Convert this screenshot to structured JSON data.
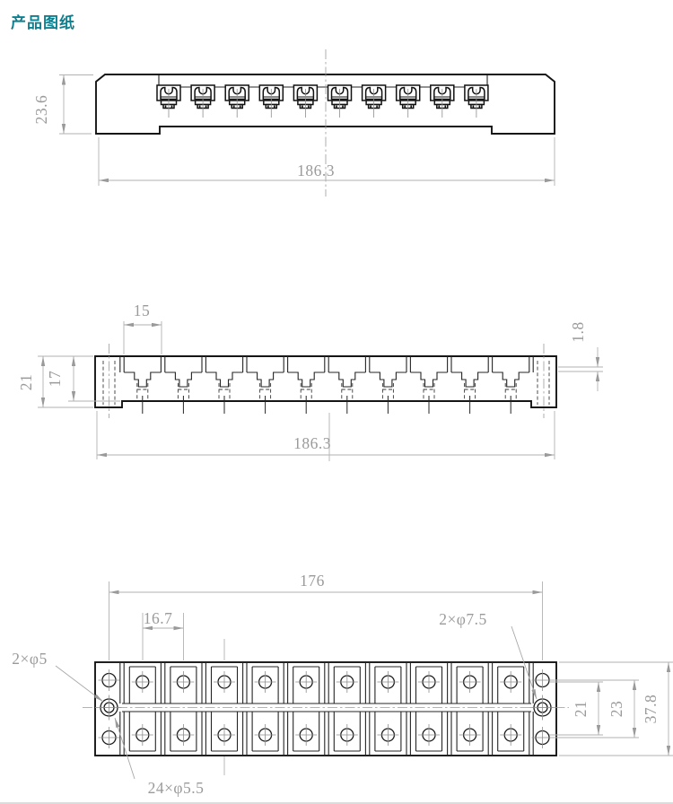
{
  "title": {
    "text": "产品图纸",
    "color": "#0e7f8e"
  },
  "front_view": {
    "height": "23.6",
    "length": "186.3",
    "screw_count": 10
  },
  "section_view": {
    "slot_width": "15",
    "end_height": "21",
    "body_height": "17",
    "step": "1.8",
    "length": "186.3",
    "cell_count": 10
  },
  "plan_view": {
    "mounting_span": "176",
    "pole_pitch": "16.7",
    "mount_holes_right": "2×φ7.5",
    "mount_holes_left": "2×φ5",
    "terminal_holes": "24×φ5.5",
    "row_pitch": "21",
    "end_hole_span": "23",
    "overall_width": "37.8",
    "terminal_count": 24
  }
}
